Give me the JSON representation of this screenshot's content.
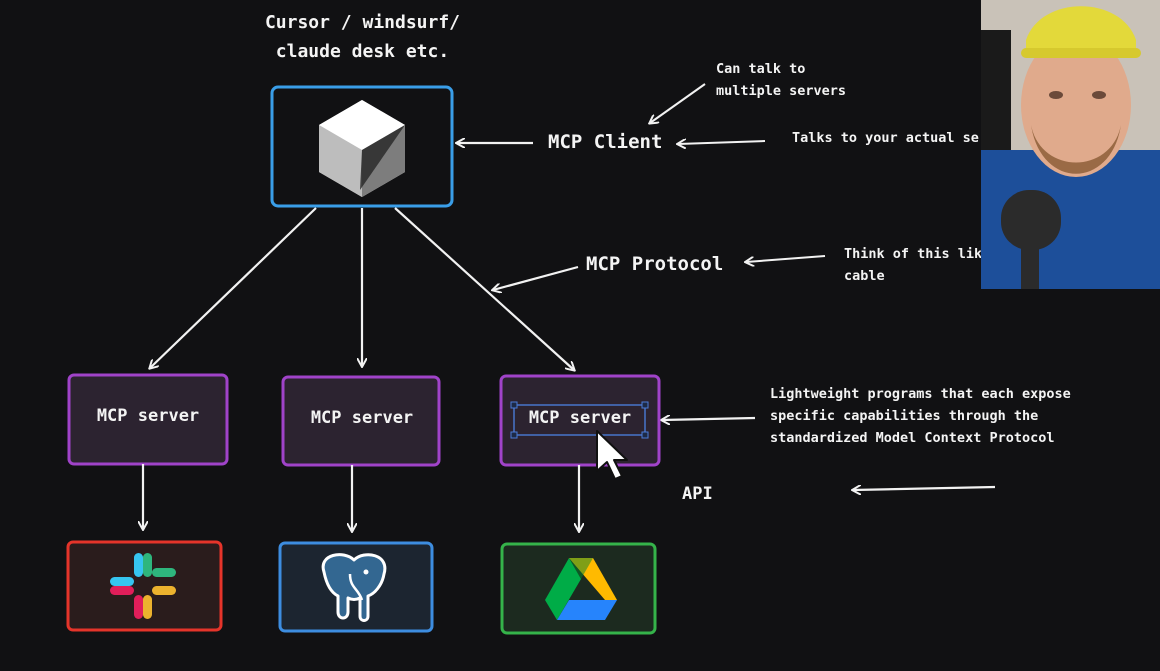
{
  "client": {
    "title": "Cursor / windsurf/ claude desk etc.",
    "label": "MCP Client",
    "note_multi": [
      "Can talk to",
      "multiple servers"
    ],
    "note_talks": "Talks to your actual se"
  },
  "protocol": {
    "label": "MCP Protocol",
    "note": [
      "Think of this lik",
      "cable"
    ]
  },
  "servers": [
    {
      "label": "MCP server"
    },
    {
      "label": "MCP server"
    },
    {
      "label": "MCP server"
    }
  ],
  "server_note": [
    "Lightweight programs that each expose",
    "specific capabilities through the",
    "standardized Model Context Protocol"
  ],
  "api_label": "API",
  "services": [
    {
      "icon": "slack-icon",
      "color": "#e5342a"
    },
    {
      "icon": "postgresql-icon",
      "color": "#3d8de0"
    },
    {
      "icon": "google-drive-icon",
      "color": "#35b34a"
    }
  ],
  "colors": {
    "background": "#111113",
    "client_border": "#3a9ee8",
    "server_border": "#a043c9",
    "server_fill": "#2c2330"
  }
}
